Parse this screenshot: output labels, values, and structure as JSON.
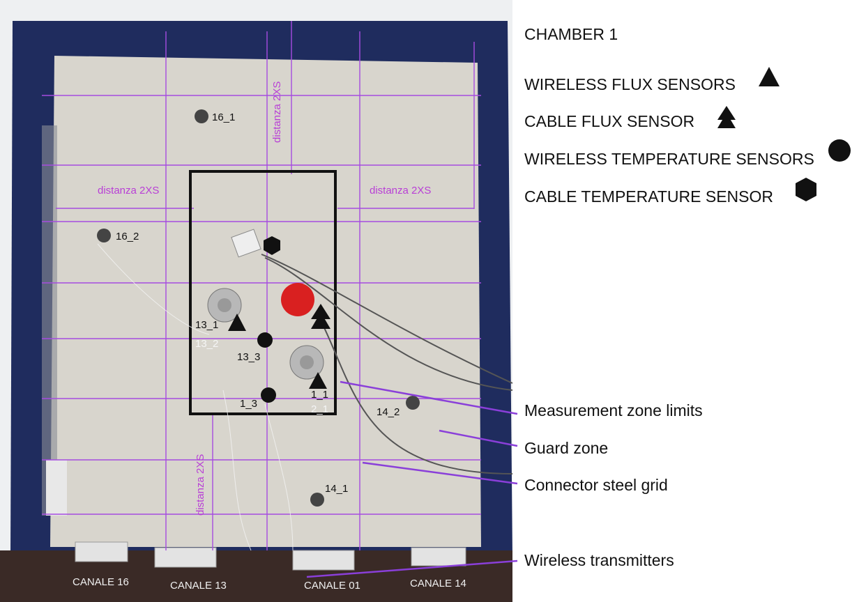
{
  "legend": {
    "title": "CHAMBER 1",
    "items": [
      {
        "label": "WIRELESS FLUX SENSORS",
        "symbol": "triangle-icon"
      },
      {
        "label": "CABLE FLUX SENSOR",
        "symbol": "double-triangle-icon"
      },
      {
        "label": "WIRELESS TEMPERATURE SENSORS",
        "symbol": "circle-icon"
      },
      {
        "label": "CABLE TEMPERATURE SENSOR",
        "symbol": "hexagon-icon"
      }
    ]
  },
  "callouts": {
    "measurement_zone": "Measurement zone limits",
    "guard_zone": "Guard zone",
    "steel_grid": "Connector steel grid",
    "transmitters": "Wireless transmitters"
  },
  "photo_labels": {
    "dist_top": "distanza 2XS",
    "dist_left": "distanza 2XS",
    "dist_right": "distanza 2XS",
    "dist_bottom": "distanza 2XS"
  },
  "sensors": {
    "s16_1": "16_1",
    "s16_2": "16_2",
    "s13_1": "13_1",
    "s13_2": "13_2",
    "s13_3": "13_3",
    "s1_1": "1_1",
    "s2_1": "2_1",
    "s1_3": "1_3",
    "s14_2": "14_2",
    "s14_1": "14_1"
  },
  "channels": {
    "c16": "CANALE 16",
    "c13": "CANALE 13",
    "c01": "CANALE 01",
    "c14": "CANALE 14"
  },
  "colors": {
    "grid": "#a64ce0",
    "annotation": "#b83fd6",
    "frame_blue": "#1e2a5a",
    "panel": "#d9d6cf",
    "sensor": "#111111"
  }
}
